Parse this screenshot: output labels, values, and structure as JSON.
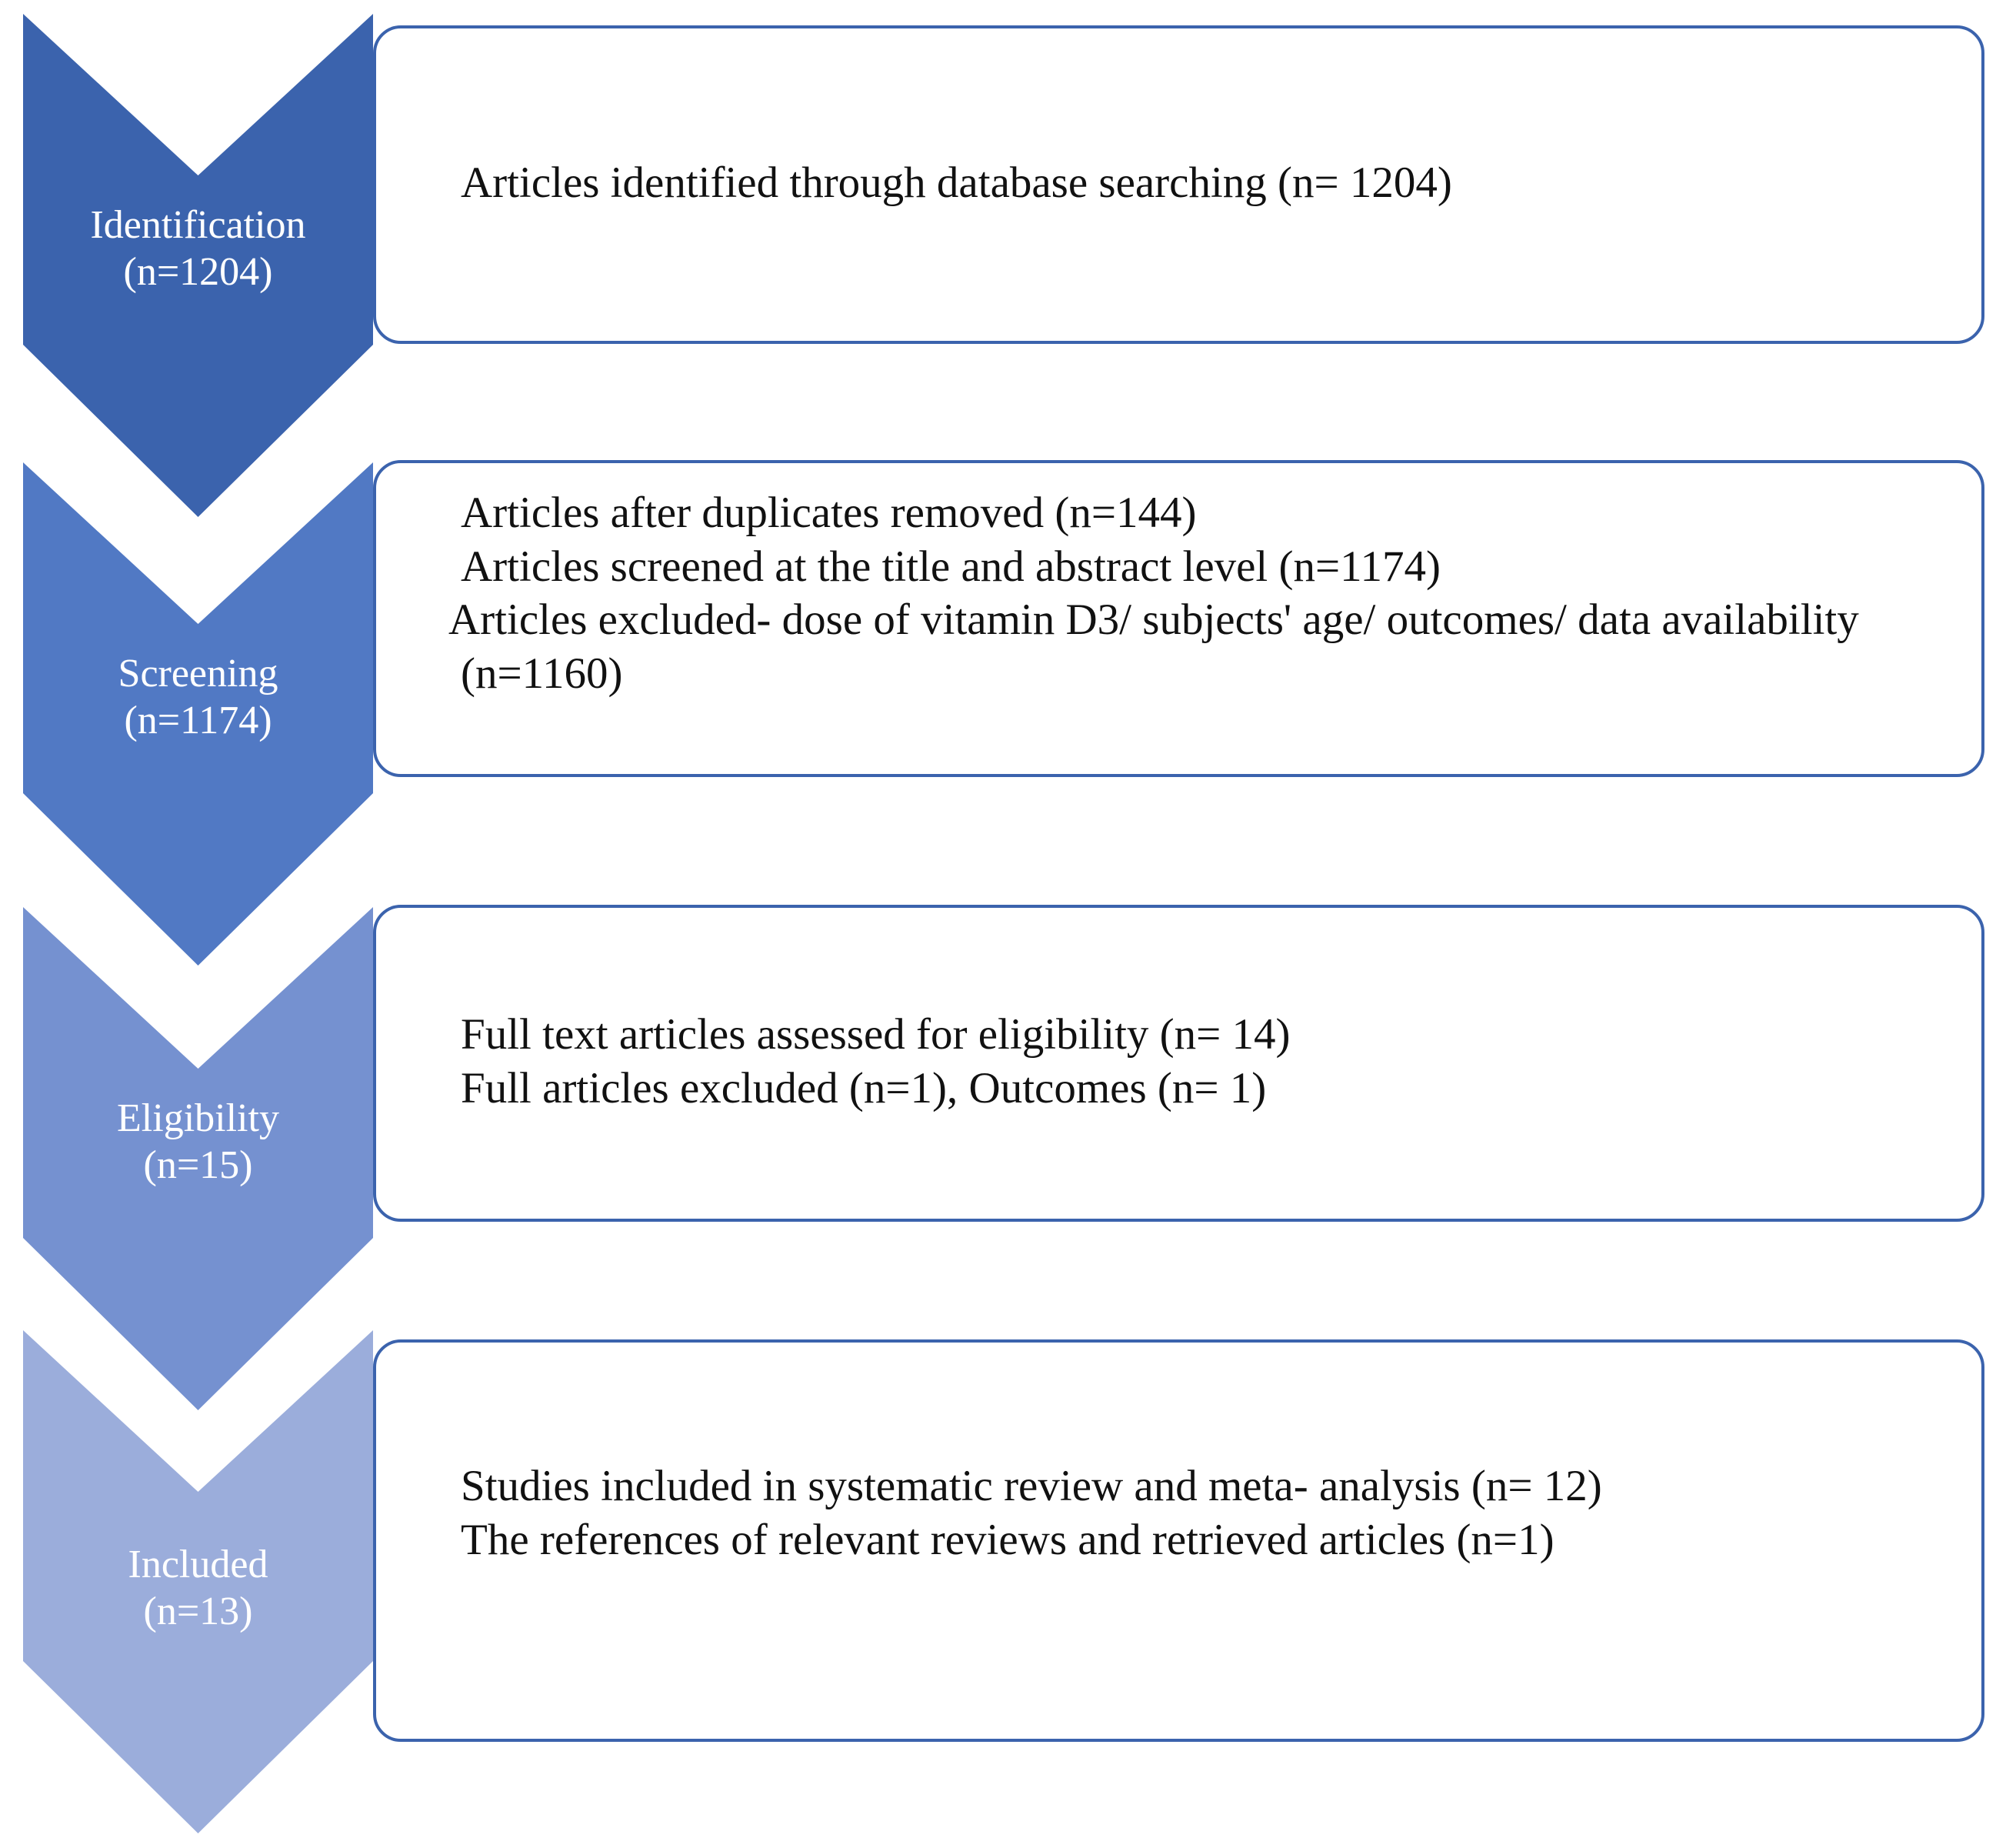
{
  "diagram": {
    "type": "prisma-flow-diagram",
    "title": "PRISMA study selection flow",
    "background": "#FFFFFF",
    "box_border_color": "#3B63AD",
    "text_color": "#111111"
  },
  "stages": [
    {
      "key": "identification",
      "label": "Identification",
      "count_label": "(n=1204)",
      "count": 1204,
      "color": "#3B63AD",
      "lines": [
        "Articles identified through database searching (n= 1204)"
      ]
    },
    {
      "key": "screening",
      "label": "Screening",
      "count_label": "(n=1174)",
      "count": 1174,
      "color": "#5179C4",
      "lines": [
        "Articles after duplicates removed (n=144)",
        "Articles screened at the title and abstract level (n=1174)",
        "Articles excluded- dose of vitamin D3/ subjects' age/ outcomes/ data availability",
        "(n=1160)"
      ]
    },
    {
      "key": "eligibility",
      "label": "Eligibility",
      "count_label": "(n=15)",
      "count": 15,
      "color": "#7591D0",
      "lines": [
        "Full text articles assessed for eligibility (n= 14)",
        "Full articles excluded (n=1), Outcomes (n= 1)"
      ]
    },
    {
      "key": "included",
      "label": "Included",
      "count_label": "(n=13)",
      "count": 13,
      "color": "#9BADDB",
      "lines": [
        "Studies included in systematic review and meta- analysis (n= 12)",
        "The references of relevant reviews and retrieved articles (n=1)"
      ]
    }
  ],
  "chart_data": {
    "type": "flow",
    "title": "PRISMA study selection flow",
    "nodes": [
      {
        "stage": "Identification",
        "n": 1204,
        "text": "Articles identified through database searching (n= 1204)"
      },
      {
        "stage": "Screening",
        "n": 1174,
        "text": "Articles after duplicates removed (n=144); Articles screened at the title and abstract level (n=1174); Articles excluded- dose of vitamin D3/ subjects' age/ outcomes/ data availability (n=1160)"
      },
      {
        "stage": "Eligibility",
        "n": 15,
        "text": "Full text articles assessed for eligibility (n= 14); Full articles excluded (n=1), Outcomes (n= 1)"
      },
      {
        "stage": "Included",
        "n": 13,
        "text": "Studies included in systematic review and meta- analysis (n= 12); The references of relevant reviews and retrieved articles (n=1)"
      }
    ]
  }
}
